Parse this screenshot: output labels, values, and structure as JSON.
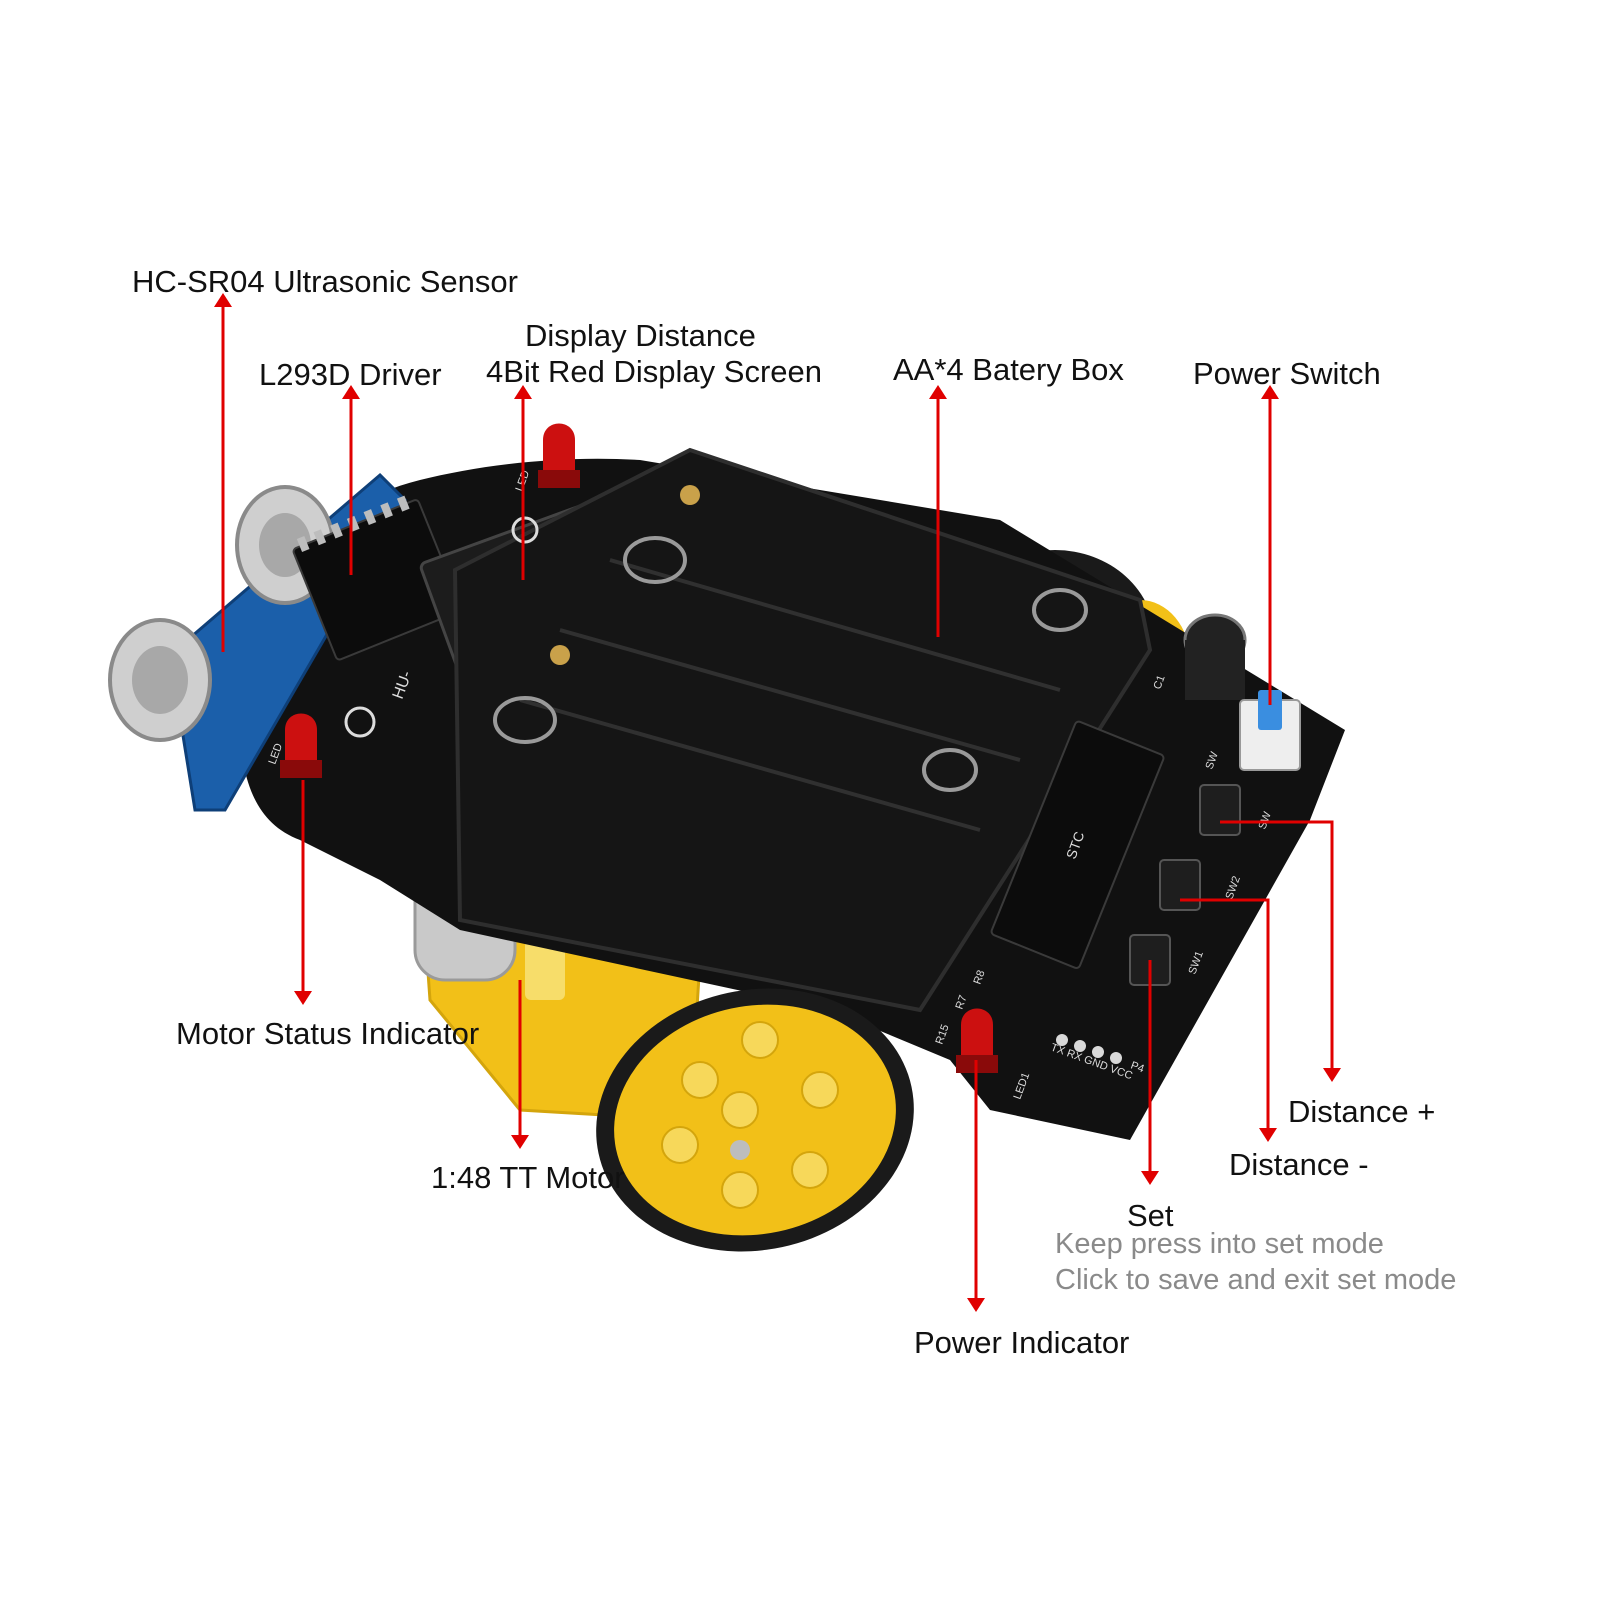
{
  "labels": {
    "ultrasonic": "HC-SR04 Ultrasonic Sensor",
    "driver": "L293D Driver",
    "display_line1": "Display Distance",
    "display_line2": "4Bit Red Display Screen",
    "battery": "AA*4 Batery Box",
    "power_switch": "Power Switch",
    "motor_status": "Motor Status Indicator",
    "tt_motor": "1:48 TT Motor",
    "power_indicator": "Power Indicator",
    "distance_plus": "Distance +",
    "distance_minus": "Distance -",
    "set": "Set"
  },
  "set_notes": {
    "line1": "Keep press into set mode",
    "line2": "Click to save and exit set mode"
  },
  "pcb_markings": {
    "led_tl": "LED",
    "led_l": "LED",
    "led1": "LED1",
    "sw1": "SW1",
    "sw2": "SW2",
    "sw3": "SW",
    "sw4": "SW",
    "r15": "R15",
    "r7": "R7",
    "r8": "R8",
    "c1": "C1",
    "header": "TX RX GND VCC",
    "p": "P4",
    "module": "HU-",
    "chip": "STC"
  },
  "colors": {
    "arrow": "#e00000",
    "label": "#111111",
    "note": "#8a8a8a",
    "pcb": "#111111",
    "plastic": "#f2c018",
    "led": "#cc1010",
    "switch": "#3a8ee0"
  }
}
